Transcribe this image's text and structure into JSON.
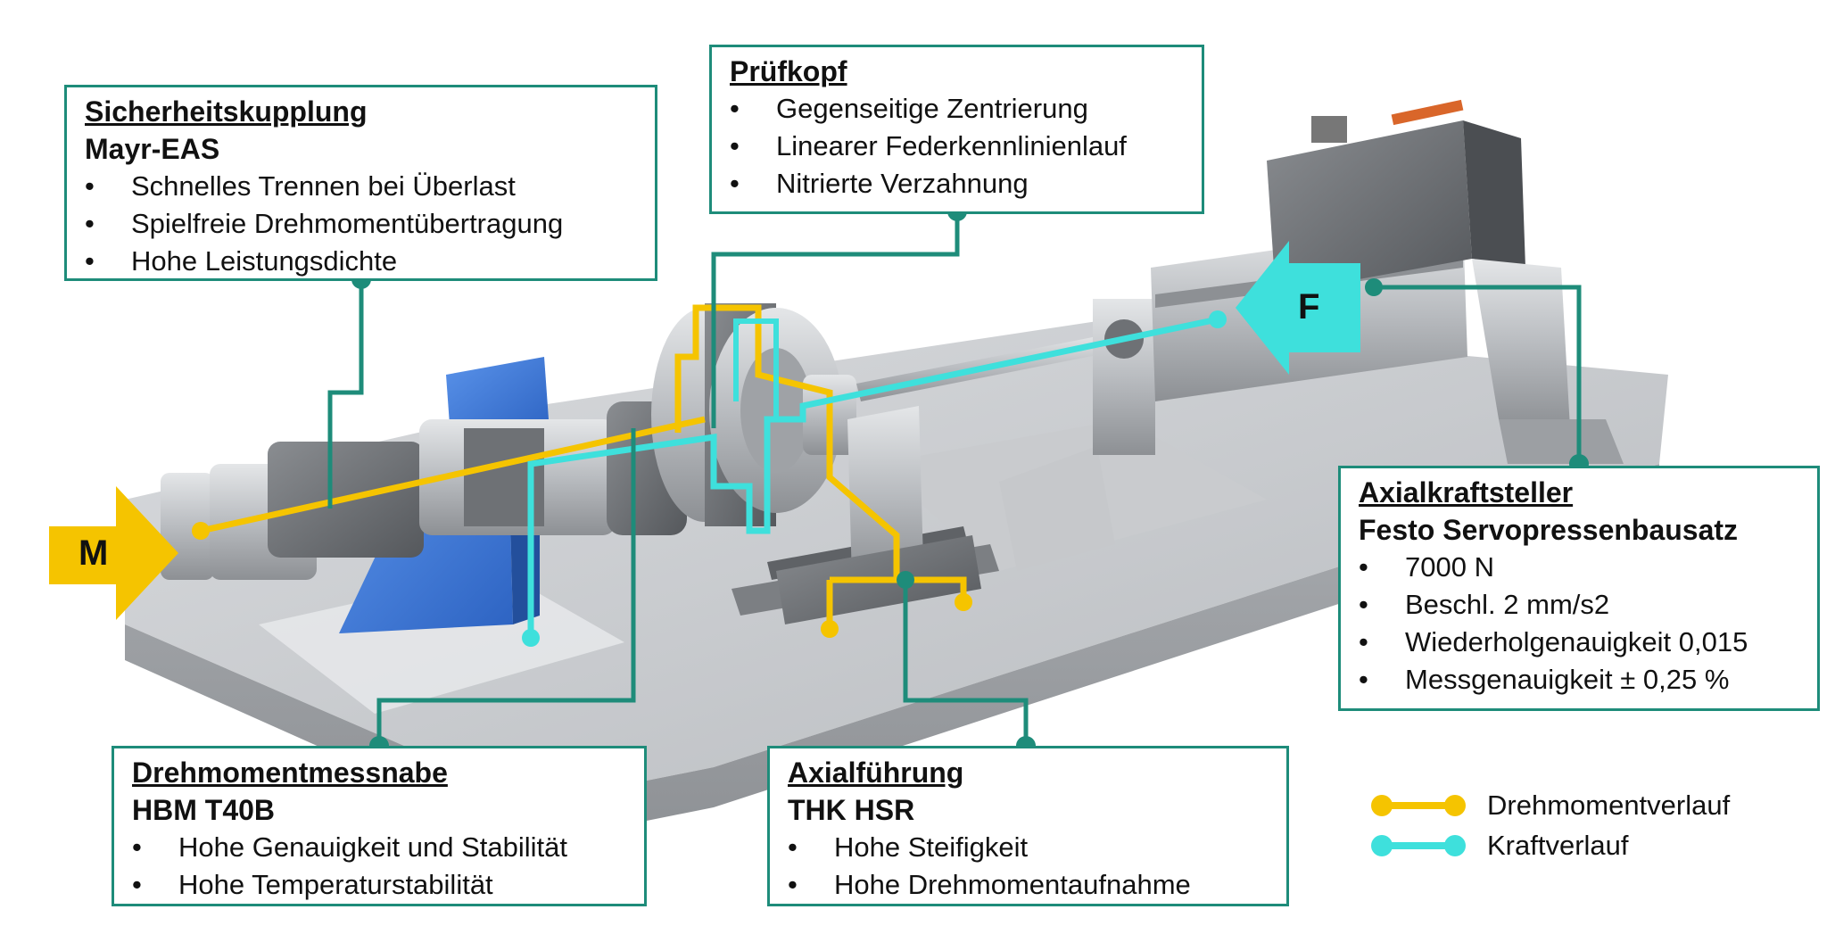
{
  "callouts": {
    "sicherheitskupplung": {
      "heading": "Sicherheitskupplung",
      "sub": "Mayr-EAS",
      "bullets": [
        "Schnelles Trennen bei Überlast",
        "Spielfreie Drehmomentübertragung",
        "Hohe Leistungsdichte"
      ]
    },
    "pruefkopf": {
      "heading": "Prüfkopf",
      "bullets": [
        "Gegenseitige Zentrierung",
        "Linearer Federkennlinienlauf",
        "Nitrierte Verzahnung"
      ]
    },
    "axialkraftsteller": {
      "heading": "Axialkraftsteller",
      "sub": "Festo Servopressenbausatz",
      "bullets": [
        "7000 N",
        "Beschl. 2 mm/s2",
        "Wiederholgenauigkeit 0,015",
        "Messgenauigkeit ± 0,25 %"
      ]
    },
    "drehmomentmessnabe": {
      "heading": "Drehmomentmessnabe",
      "sub": "HBM T40B",
      "bullets": [
        "Hohe Genauigkeit und Stabilität",
        "Hohe Temperaturstabilität"
      ]
    },
    "axialfuehrung": {
      "heading": "Axialführung",
      "sub": "THK HSR",
      "bullets": [
        "Hohe Steifigkeit",
        "Hohe Drehmomentaufnahme"
      ]
    }
  },
  "bullet_char": "•",
  "arrows": {
    "torque_label": "M",
    "force_label": "F"
  },
  "legend": {
    "torque": {
      "label": "Drehmomentverlauf",
      "color": "#f5c400"
    },
    "force": {
      "label": "Kraftverlauf",
      "color": "#3ee0dc"
    }
  },
  "colors": {
    "frame": "#1e8c7a",
    "torque": "#f5c400",
    "force": "#3ee0dc",
    "housing_blue": "#3b78d8"
  }
}
